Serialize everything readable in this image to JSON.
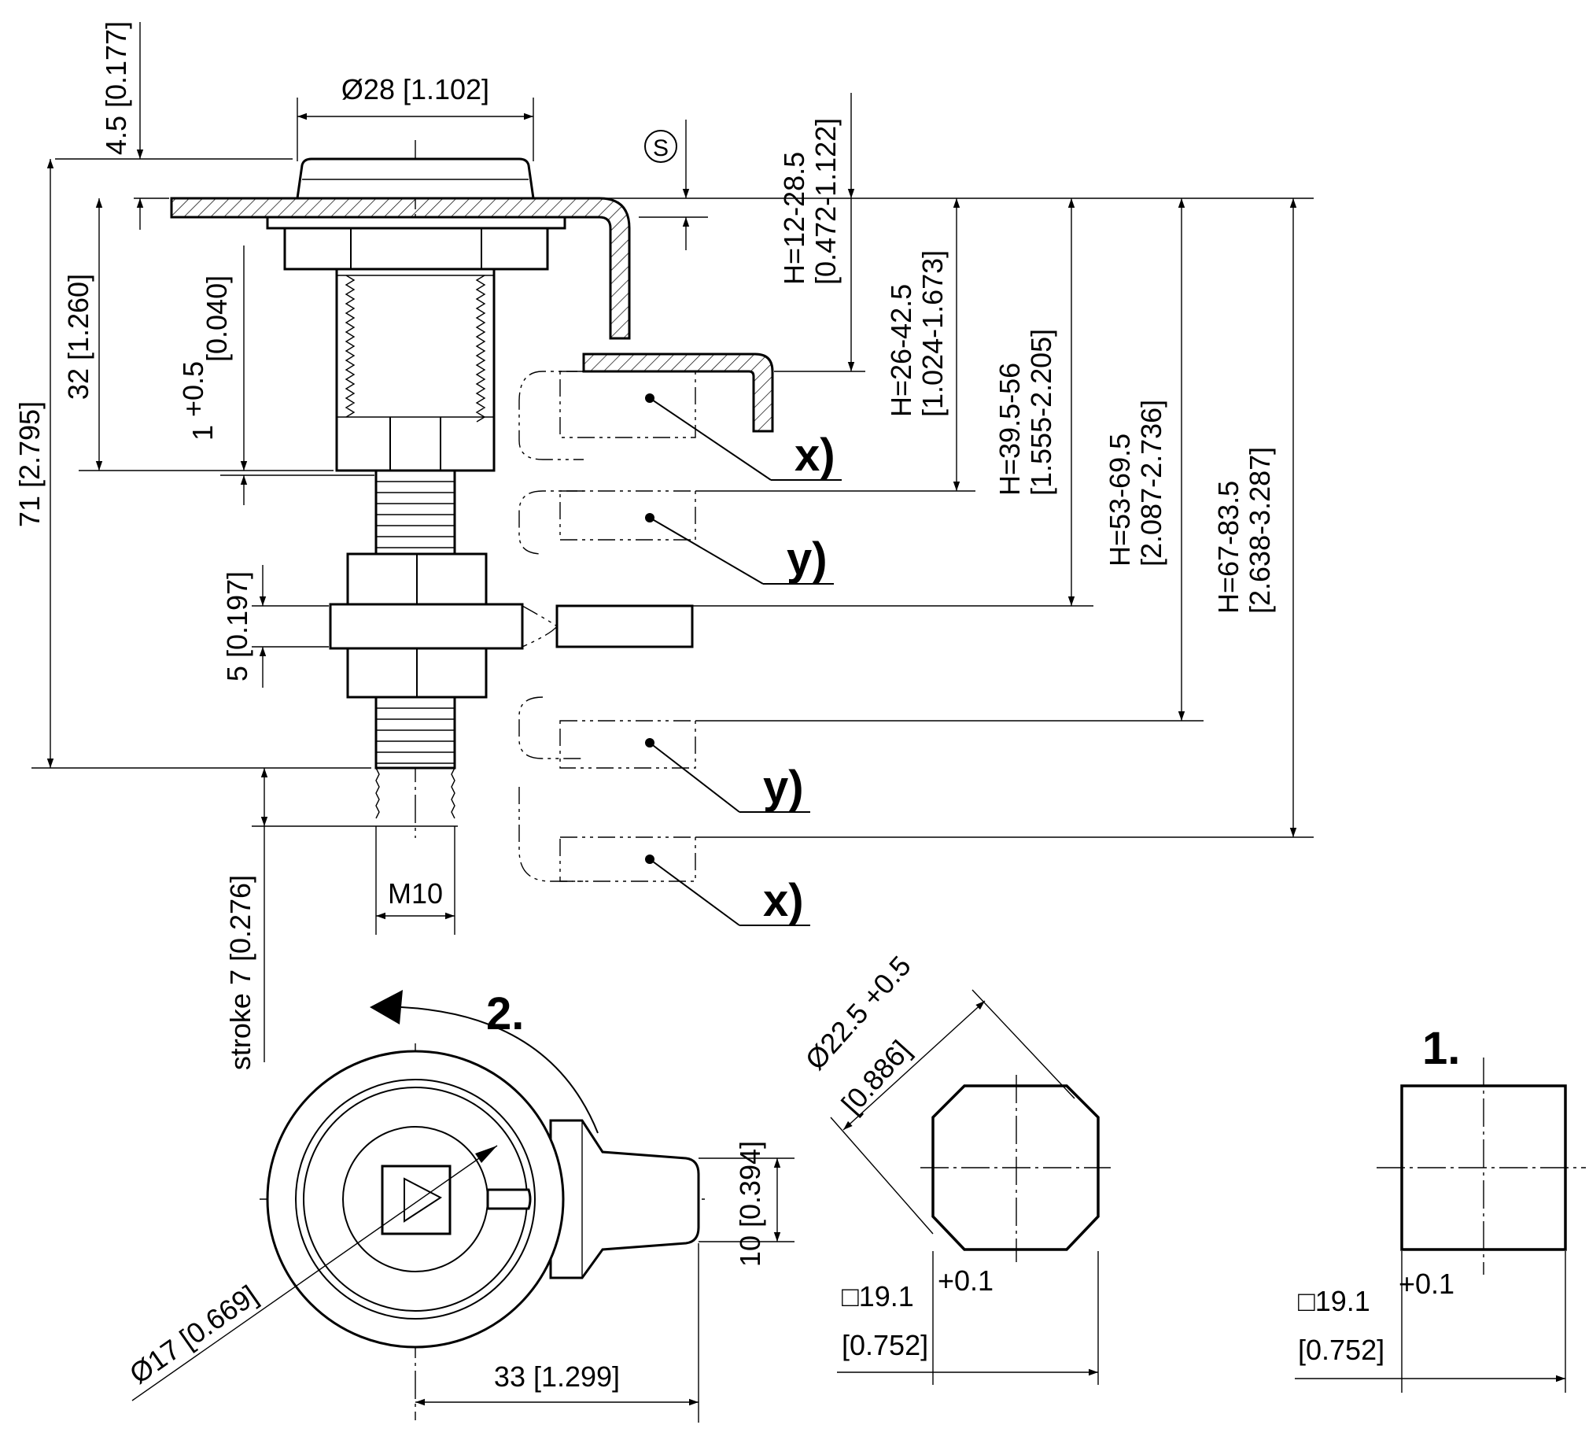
{
  "drawing": {
    "side_view": {
      "dims": {
        "head_height": "4.5 [0.177]",
        "head_dia": "Ø28 [1.102]",
        "overall_length": "71 [2.795]",
        "body_length": "32 [1.260]",
        "tolerance_base": "1",
        "tolerance_sup": "+0.5",
        "tolerance_inch": "[0.040]",
        "cam_thickness": "5 [0.197]",
        "stroke": "stroke 7 [0.276]",
        "thread": "M10",
        "panel_symbol": "S"
      },
      "ranges": [
        {
          "h": "H=12-28.5",
          "inch": "[0.472-1.122]"
        },
        {
          "h": "H=26-42.5",
          "inch": "[1.024-1.673]"
        },
        {
          "h": "H=39.5-56",
          "inch": "[1.555-2.205]"
        },
        {
          "h": "H=53-69.5",
          "inch": "[2.087-2.736]"
        },
        {
          "h": "H=67-83.5",
          "inch": "[2.638-3.287]"
        }
      ],
      "cam_labels": [
        "x)",
        "y)",
        "y)",
        "x)"
      ]
    },
    "front_view": {
      "rotate_label": "2.",
      "dims": {
        "cam_width": "10 [0.394]",
        "cam_length": "33 [1.299]",
        "cylinder_dia": "Ø17 [0.669]"
      }
    },
    "cutout_round": {
      "dia": "Ø22.5 +0.5",
      "dia_inch": "[0.886]",
      "square": "□19.1",
      "square_tol": "+0.1",
      "square_inch": "[0.752]"
    },
    "cutout_square": {
      "step_label": "1.",
      "square": "□19.1",
      "square_tol": "+0.1",
      "square_inch": "[0.752]"
    }
  }
}
